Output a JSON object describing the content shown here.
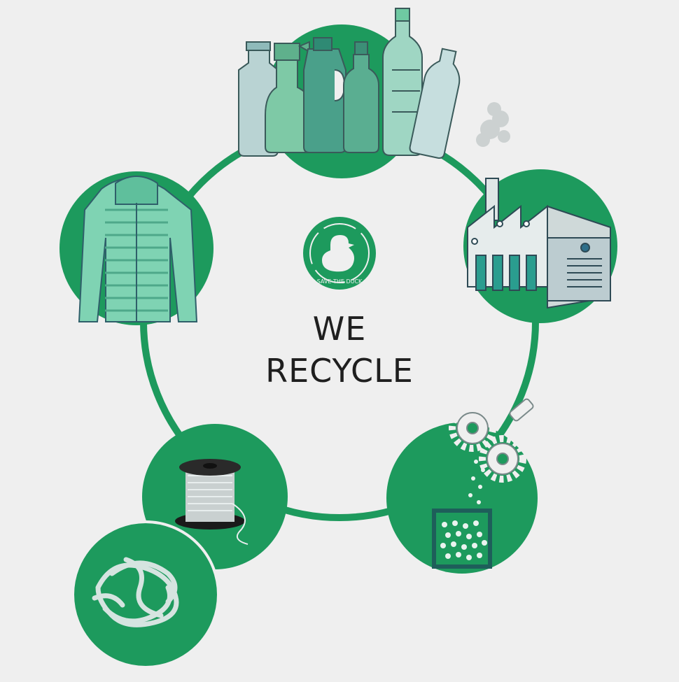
{
  "diagram": {
    "title_line1": "WE",
    "title_line2": "RECYCLE",
    "logo_text": "SAVE THE DUCK",
    "colors": {
      "brand_green": "#1d9a5d",
      "light_green": "#6fc9a2",
      "background": "#efefef"
    },
    "steps": [
      {
        "icon": "plastic-bottles-icon"
      },
      {
        "icon": "factory-icon"
      },
      {
        "icon": "gears-pellets-icon"
      },
      {
        "icon": "thread-spool-icon"
      },
      {
        "icon": "fiber-padding-icon"
      },
      {
        "icon": "puffer-jacket-icon"
      }
    ]
  }
}
